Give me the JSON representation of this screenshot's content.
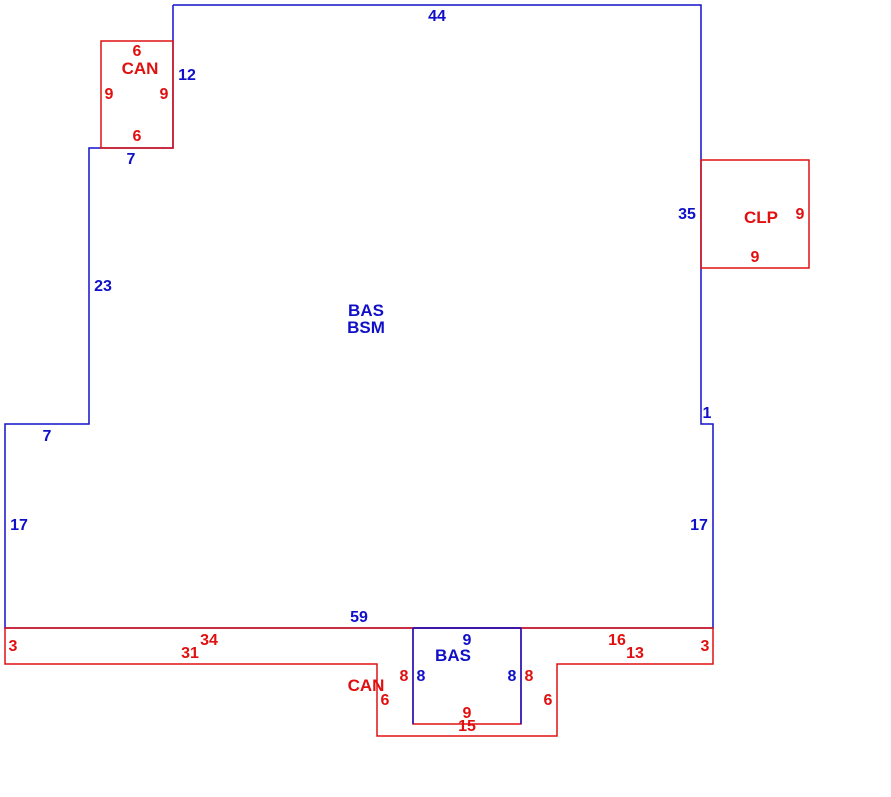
{
  "colors": {
    "main": "#1010c8",
    "addition": "#e01010"
  },
  "areas": {
    "main_line1": "BAS",
    "main_line2": "BSM",
    "top_canopy": "CAN",
    "right_porch": "CLP",
    "bottom_canopy": "CAN",
    "bottom_bay": "BAS"
  },
  "main_dims": {
    "top": "44",
    "right_upper": "35",
    "right_jog": "1",
    "right_lower": "17",
    "bottom": "59",
    "left_lower": "17",
    "left_step": "7",
    "left_mid": "23",
    "notch_bottom": "7",
    "notch_right": "12"
  },
  "top_canopy_dims": {
    "top": "6",
    "left": "9",
    "right": "9",
    "bottom": "6"
  },
  "porch_dims": {
    "right": "9",
    "bottom": "9"
  },
  "bottom_canopy_dims": {
    "left_end": "3",
    "inner_left": "31",
    "top_left": "34",
    "top_right": "16",
    "inner_right": "13",
    "right_end": "3",
    "left_drop": "6",
    "right_drop": "6",
    "bottom": "15",
    "bay_side_left": "8",
    "bay_side_right": "8",
    "bay_bottom": "9"
  },
  "bay_dims": {
    "top": "9",
    "left": "8",
    "right": "8"
  }
}
